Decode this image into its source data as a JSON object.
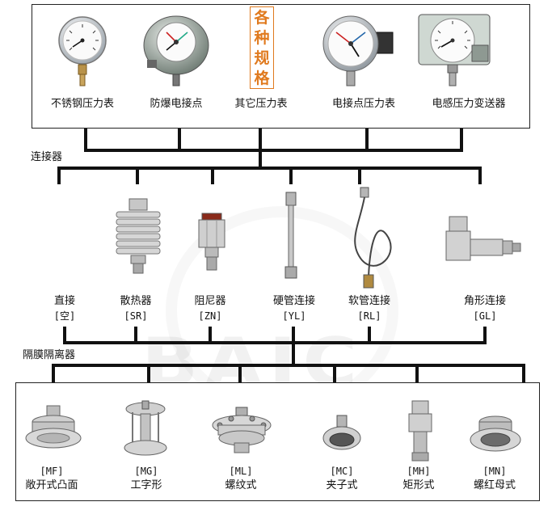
{
  "watermark": {
    "text": "BAIC"
  },
  "top_group": {
    "center_title": [
      "各",
      "种",
      "规",
      "格"
    ],
    "gauges": [
      {
        "label": "不锈钢压力表",
        "icon": "stainless-gauge-icon"
      },
      {
        "label": "防爆电接点",
        "icon": "explosion-proof-gauge-icon"
      },
      {
        "label": "其它压力表",
        "icon": ""
      },
      {
        "label": "电接点压力表",
        "icon": "electric-contact-gauge-icon"
      },
      {
        "label": "电感压力变送器",
        "icon": "inductive-transmitter-icon"
      }
    ]
  },
  "connector_section": {
    "title": "连接器",
    "items": [
      {
        "label": "直接",
        "code": "[空]",
        "icon": ""
      },
      {
        "label": "散热器",
        "code": "[SR]",
        "icon": "radiator-icon"
      },
      {
        "label": "阻尼器",
        "code": "[ZN]",
        "icon": "damper-icon"
      },
      {
        "label": "硬管连接",
        "code": "[YL]",
        "icon": "rigid-pipe-icon"
      },
      {
        "label": "软管连接",
        "code": "[RL]",
        "icon": "flexible-hose-icon"
      },
      {
        "label": "角形连接",
        "code": "[GL]",
        "icon": "angle-connector-icon"
      }
    ]
  },
  "diaphragm_section": {
    "title": "隔膜隔离器",
    "items": [
      {
        "code": "[MF]",
        "label": "敞开式凸面",
        "icon": "open-flange-icon"
      },
      {
        "code": "[MG]",
        "label": "工字形",
        "icon": "i-shape-seal-icon"
      },
      {
        "code": "[ML]",
        "label": "螺纹式",
        "icon": "threaded-seal-icon"
      },
      {
        "code": "[MC]",
        "label": "夹子式",
        "icon": "clamp-seal-icon"
      },
      {
        "code": "[MH]",
        "label": "矩形式",
        "icon": "rectangular-seal-icon"
      },
      {
        "code": "[MN]",
        "label": "螺红母式",
        "icon": "nut-seal-icon"
      }
    ]
  }
}
